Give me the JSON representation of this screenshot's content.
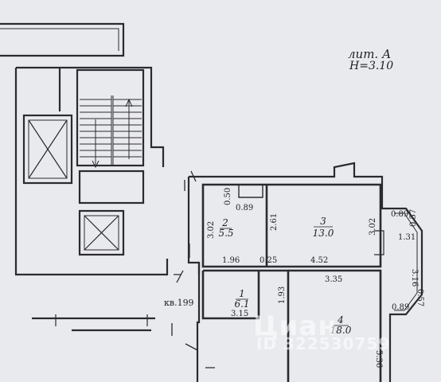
{
  "header": {
    "lit": "лит. А",
    "height": "Н=3.10"
  },
  "apartment_label": "кв.199",
  "rooms": [
    {
      "number": "1",
      "area": "6.1"
    },
    {
      "number": "2",
      "area": "5.5"
    },
    {
      "number": "3",
      "area": "13.0"
    },
    {
      "number": "4",
      "area": "18.0"
    }
  ],
  "dims": {
    "d050": "0.50",
    "d089a": "0.89",
    "d302a": "3.02",
    "d261": "2.61",
    "d302b": "3.02",
    "d089b": "0.89",
    "d057a": "0.57",
    "d131": "1.31",
    "d316": "3.16",
    "d057b": "0.57",
    "d089c": "0.89",
    "d196": "1.96",
    "d025": "0.25",
    "d452": "4.52",
    "d193": "1.93",
    "d335": "3.35",
    "d315": "3.15",
    "d536": "5.36"
  },
  "watermark": {
    "main": "Циан",
    "id": "ID 322530759"
  },
  "colors": {
    "paper": "#e9eaee",
    "ink": "#1f1f24",
    "wall": "#2a2a30"
  }
}
